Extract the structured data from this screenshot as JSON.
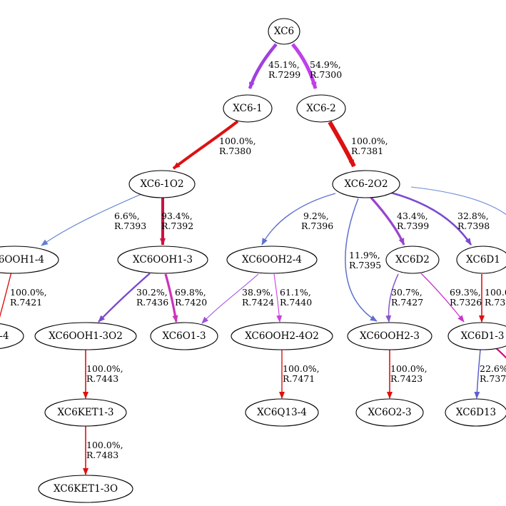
{
  "nodes": {
    "XC6": "XC6",
    "XC6_1": "XC6-1",
    "XC6_2": "XC6-2",
    "XC6_1O2": "XC6-1O2",
    "XC6_2O2": "XC6-2O2",
    "XC6OOH1_4": "XC6OOH1-4",
    "XC6OOH1_3": "XC6OOH1-3",
    "XC6OOH2_4": "XC6OOH2-4",
    "XC6D2": "XC6D2",
    "XC6D1": "XC6D1",
    "N_4": "-4",
    "XC6OOH1_3O2": "XC6OOH1-3O2",
    "XC6O1_3": "XC6O1-3",
    "XC6OOH2_4O2": "XC6OOH2-4O2",
    "XC6OOH2_3": "XC6OOH2-3",
    "XC6D1_3": "XC6D1-3",
    "XC6KET1_3": "XC6KET1-3",
    "XC6Q13_4": "XC6Q13-4",
    "XC6O2_3": "XC6O2-3",
    "XC6D13": "XC6D13",
    "XC6KET1_3O": "XC6KET1-3O"
  },
  "edges": [
    {
      "id": "e1",
      "pct": "45.1%,",
      "reaction": "R.7299",
      "color": "#a040e0"
    },
    {
      "id": "e2",
      "pct": "54.9%,",
      "reaction": "R.7300",
      "color": "#c040e8"
    },
    {
      "id": "e3",
      "pct": "100.0%,",
      "reaction": "R.7380",
      "color": "#dd1111"
    },
    {
      "id": "e4",
      "pct": "100.0%,",
      "reaction": "R.7381",
      "color": "#dd1111"
    },
    {
      "id": "e5",
      "pct": "6.6%,",
      "reaction": "R.7393",
      "color": "#6080d0"
    },
    {
      "id": "e6",
      "pct": "93.4%,",
      "reaction": "R.7392",
      "color": "#cc1144"
    },
    {
      "id": "e7",
      "pct": "9.2%,",
      "reaction": "R.7396",
      "color": "#6070d0"
    },
    {
      "id": "e8",
      "pct": "11.9%,",
      "reaction": "R.7395",
      "color": "#5f6fd0"
    },
    {
      "id": "e9",
      "pct": "43.4%,",
      "reaction": "R.7399",
      "color": "#9944cc"
    },
    {
      "id": "e10",
      "pct": "32.8%,",
      "reaction": "R.7398",
      "color": "#7a4ad0"
    },
    {
      "id": "e11",
      "pct": "",
      "reaction": "",
      "color": "#6a8ad8"
    },
    {
      "id": "e12",
      "pct": "100.0%,",
      "reaction": "R.7421",
      "color": "#dd1111"
    },
    {
      "id": "e13",
      "pct": "30.2%,",
      "reaction": "R.7436",
      "color": "#7a4ad0"
    },
    {
      "id": "e14",
      "pct": "69.8%,",
      "reaction": "R.7420",
      "color": "#cc33bb"
    },
    {
      "id": "e15",
      "pct": "38.9%,",
      "reaction": "R.7424",
      "color": "#a050e0"
    },
    {
      "id": "e16",
      "pct": "61.1%,",
      "reaction": "R.7440",
      "color": "#cc40dd"
    },
    {
      "id": "e17",
      "pct": "30.7%,",
      "reaction": "R.7427",
      "color": "#8a55d0"
    },
    {
      "id": "e18",
      "pct": "69.3%,",
      "reaction": "R.7326",
      "color": "#cc33cc"
    },
    {
      "id": "e19",
      "pct": "100.0",
      "reaction": "R.73",
      "color": "#dd1111"
    },
    {
      "id": "e20",
      "pct": "100.0%,",
      "reaction": "R.7443",
      "color": "#dd1111"
    },
    {
      "id": "e21",
      "pct": "100.0%,",
      "reaction": "R.7471",
      "color": "#dd1111"
    },
    {
      "id": "e22",
      "pct": "100.0%,",
      "reaction": "R.7423",
      "color": "#dd1111"
    },
    {
      "id": "e23",
      "pct": "22.6%",
      "reaction": "R.737",
      "color": "#5f5fd0"
    },
    {
      "id": "e24",
      "pct": "",
      "reaction": "",
      "color": "#cc1188"
    },
    {
      "id": "e25",
      "pct": "100.0%,",
      "reaction": "R.7483",
      "color": "#dd1111"
    }
  ]
}
